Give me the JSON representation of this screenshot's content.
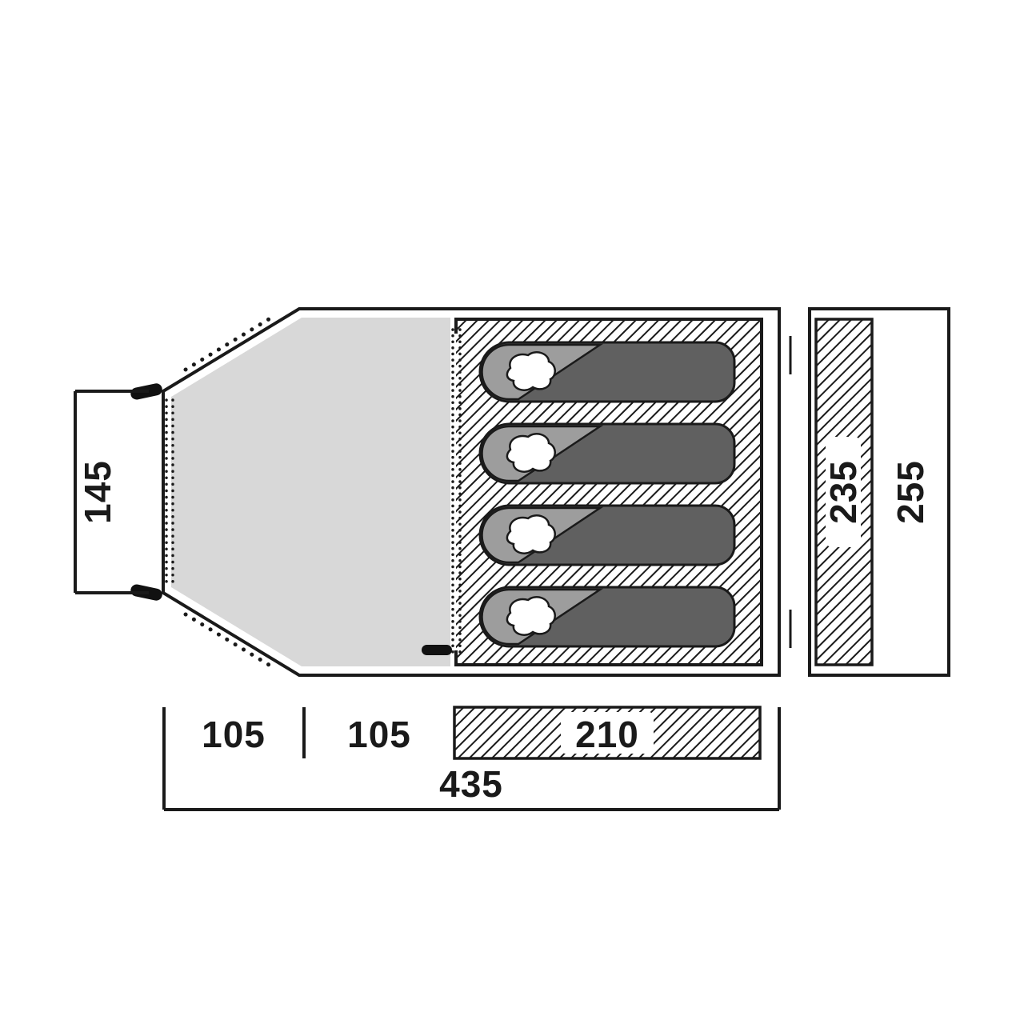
{
  "diagram": {
    "type": "tent-floorplan",
    "labels": {
      "front_door_width": "145",
      "porch_segment_1": "105",
      "porch_segment_2": "105",
      "sleeping_area_length": "210",
      "total_length": "435",
      "inner_tent_width": "235",
      "outer_tent_width": "255"
    },
    "colors": {
      "outline": "#1a1a1a",
      "porch_fill": "#d8d8d8",
      "sleeping_bag_fill": "#606060",
      "sleeping_bag_flap": "#9d9d9d",
      "pillow_fill": "#ffffff",
      "background": "#ffffff"
    },
    "counts": {
      "sleeping_bags": "4"
    }
  }
}
